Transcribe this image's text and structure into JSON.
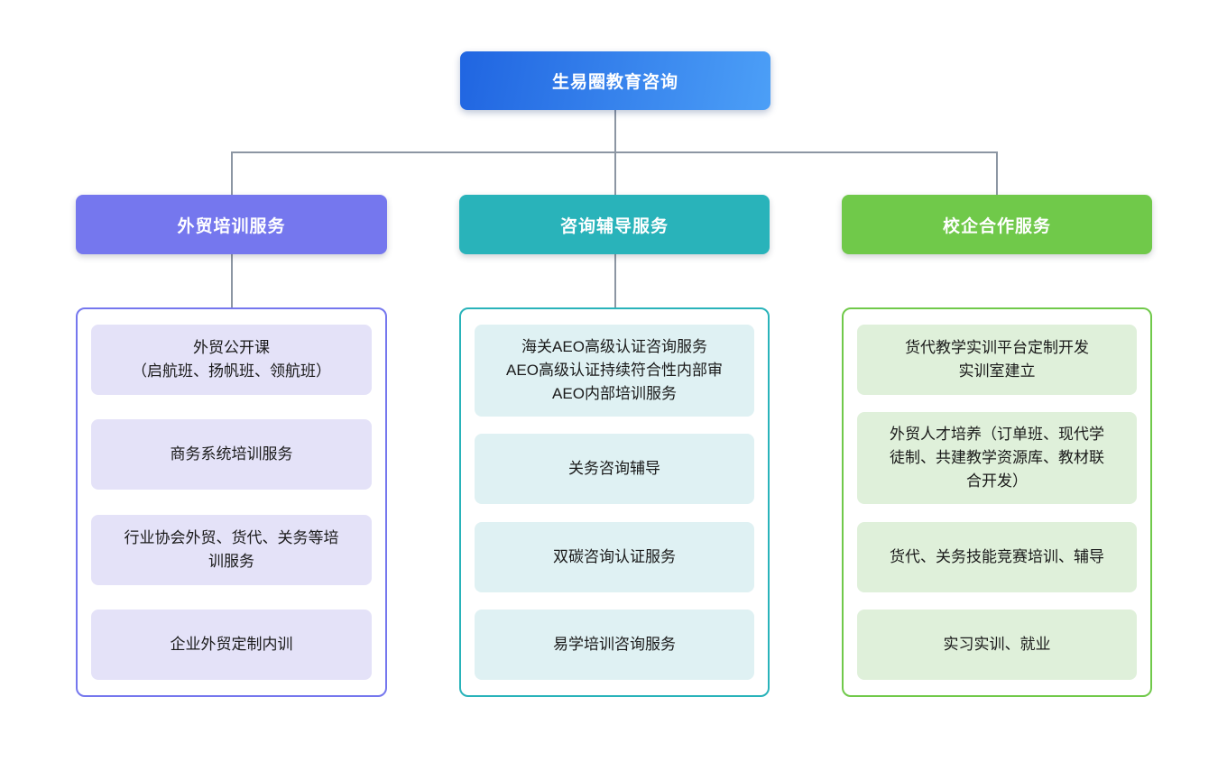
{
  "root": {
    "label": "生易圈教育咨询",
    "gradient_start": "#2065E1",
    "gradient_end": "#4C9FF7"
  },
  "connector": {
    "color": "#8C96A3"
  },
  "branches": [
    {
      "label": "外贸培训服务",
      "color": "#7577EE",
      "item_bg": "#E4E2F8",
      "items": [
        {
          "text": "外贸公开课\n（启航班、扬帆班、领航班）"
        },
        {
          "text": "商务系统培训服务"
        },
        {
          "text": "行业协会外贸、货代、关务等培\n训服务"
        },
        {
          "text": "企业外贸定制内训"
        }
      ]
    },
    {
      "label": "咨询辅导服务",
      "color": "#29B3BA",
      "item_bg": "#DFF1F3",
      "items": [
        {
          "text": "海关AEO高级认证咨询服务\nAEO高级认证持续符合性内部审\nAEO内部培训服务"
        },
        {
          "text": "关务咨询辅导"
        },
        {
          "text": "双碳咨询认证服务"
        },
        {
          "text": "易学培训咨询服务"
        }
      ]
    },
    {
      "label": "校企合作服务",
      "color": "#70C94A",
      "item_bg": "#DFF0DA",
      "items": [
        {
          "text": "货代教学实训平台定制开发\n实训室建立"
        },
        {
          "text": "外贸人才培养（订单班、现代学\n徒制、共建教学资源库、教材联\n合开发）"
        },
        {
          "text": "货代、关务技能竞赛培训、辅导"
        },
        {
          "text": "实习实训、就业"
        }
      ]
    }
  ]
}
